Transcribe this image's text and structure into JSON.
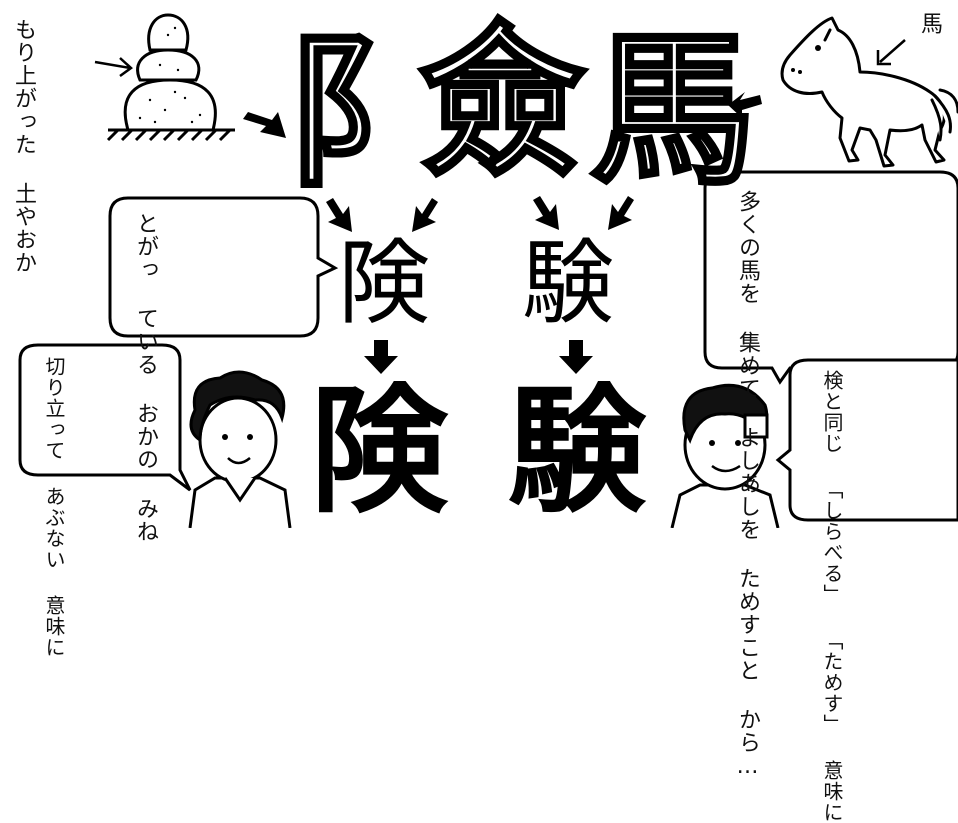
{
  "labels": {
    "mound_line1": "もり上がった",
    "mound_line2": "土やおか",
    "horse": "馬",
    "steep_bubble_1": "とがっ",
    "steep_bubble_2": "ている",
    "steep_bubble_3": "おかの",
    "steep_bubble_4": "みね",
    "test_bubble_1": "多くの馬を",
    "test_bubble_2": "集めて",
    "test_bubble_3": "よしあしを",
    "test_bubble_4": "ためすこと",
    "test_bubble_5": "から…",
    "girl_bubble_1": "切り立って",
    "girl_bubble_2": "あぶない",
    "girl_bubble_3": "意味に",
    "boy_bubble_1": "検と同じ",
    "boy_bubble_2": "「しらべる」",
    "boy_bubble_3": "「ためす」",
    "boy_bubble_4": "意味に"
  },
  "characters": {
    "ancient_mound": "阝",
    "ancient_collect": "僉",
    "ancient_horse": "馬",
    "mid_ken": "険",
    "mid_ken2": "験",
    "final_ken": "険",
    "final_ken2": "験"
  }
}
